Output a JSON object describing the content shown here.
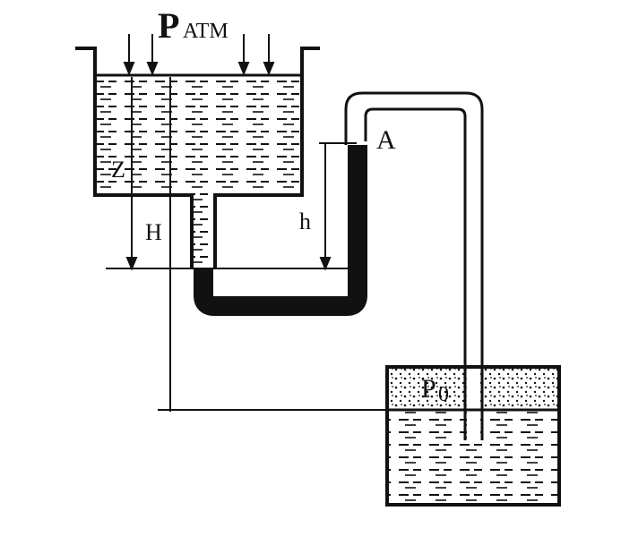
{
  "diagram": {
    "labels": {
      "p_atm_main": "P",
      "p_atm_sub": "ATM",
      "point_a": "A",
      "z": "Z",
      "h_upper": "H",
      "h_lower": "h",
      "p0_main": "P",
      "p0_sub": "0"
    },
    "colors": {
      "ink": "#111111",
      "mercury": "#111111",
      "background": "#ffffff"
    }
  }
}
